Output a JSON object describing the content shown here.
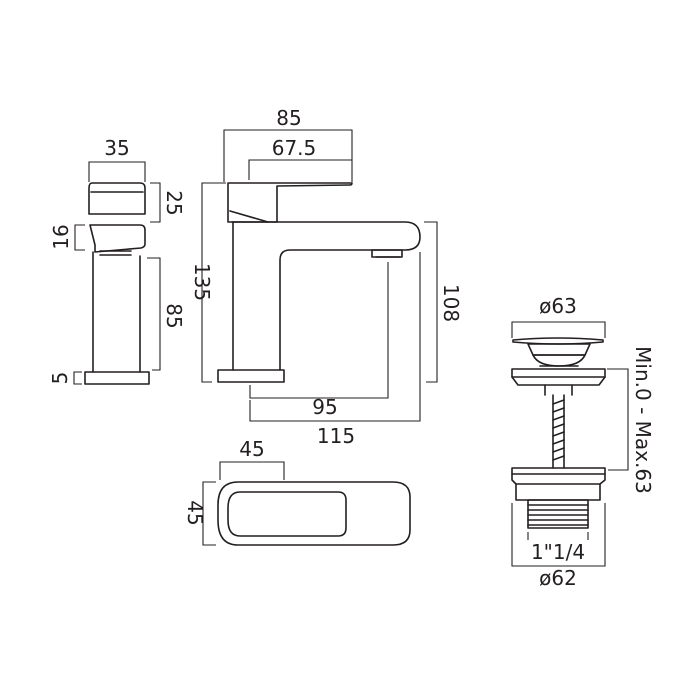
{
  "colors": {
    "line": "#231f20",
    "background": "#ffffff"
  },
  "side_view": {
    "width": "35",
    "lever_height": "25",
    "spout_height": "16",
    "body_height": "85",
    "base_height": "5"
  },
  "front_view": {
    "handle_depth": "85",
    "handle_inner": "67.5",
    "total_height": "135",
    "spout_height": "108",
    "inner_reach": "95",
    "total_reach": "115"
  },
  "top_view": {
    "width": "45",
    "depth": "45"
  },
  "waste": {
    "cap_diameter": "ø63",
    "range": "Min.0 - Max.63",
    "thread": "1\"1/4",
    "body_diameter": "ø62"
  }
}
